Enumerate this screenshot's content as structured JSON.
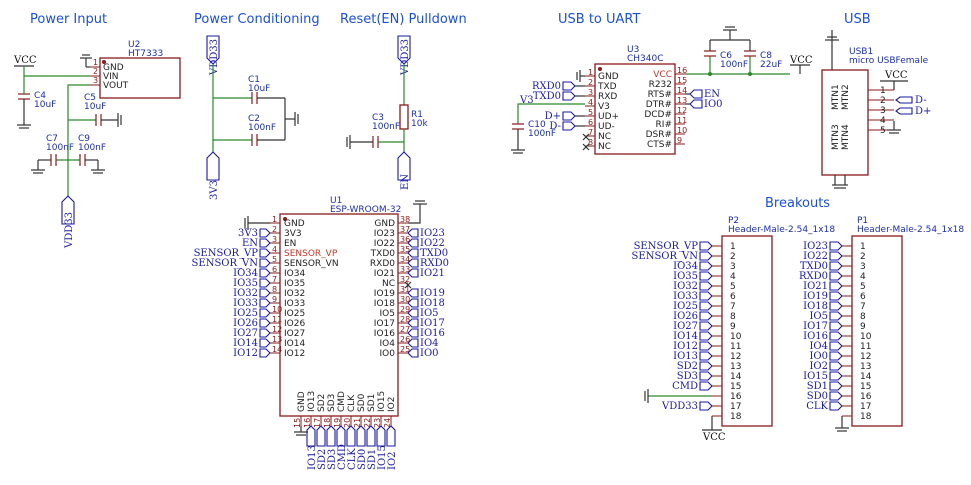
{
  "titles": {
    "power_input": "Power Input",
    "power_conditioning": "Power Conditioning",
    "reset": "Reset(EN) Pulldown",
    "usb_uart": "USB to UART",
    "usb": "USB",
    "breakouts": "Breakouts"
  },
  "power_input": {
    "u2_ref": "U2",
    "u2_val": "HT7333",
    "u2_pins": [
      "GND",
      "VIN",
      "VOUT"
    ],
    "u2_nums": [
      "1",
      "2",
      "3"
    ],
    "vcc": "VCC",
    "c4": "C4",
    "c4v": "10uF",
    "c5": "C5",
    "c5v": "10uF",
    "c7": "C7",
    "c7v": "100nF",
    "c9": "C9",
    "c9v": "100nF",
    "vdd33": "VDD33"
  },
  "conditioning": {
    "vdd33": "VDD33",
    "c1": "C1",
    "c1v": "10uF",
    "c2": "C2",
    "c2v": "100nF",
    "n3v3": "3V3"
  },
  "reset": {
    "vdd33": "VDD33",
    "r1": "R1",
    "r1v": "10k",
    "c3": "C3",
    "c3v": "100nF",
    "en": "EN"
  },
  "uart": {
    "u3_ref": "U3",
    "u3_val": "CH340C",
    "left_pins": [
      "GND",
      "TXD",
      "RXD",
      "V3",
      "UD+",
      "UD-",
      "NC",
      "NC"
    ],
    "left_nums": [
      "1",
      "2",
      "3",
      "4",
      "5",
      "6",
      "7",
      "8"
    ],
    "right_pins": [
      "VCC",
      "R232",
      "RTS#",
      "DTR#",
      "DCD#",
      "RI#",
      "DSR#",
      "CTS#"
    ],
    "right_nums": [
      "16",
      "15",
      "14",
      "13",
      "12",
      "11",
      "10",
      "9"
    ],
    "left_nets": [
      "RXD0",
      "TXD0",
      "V3",
      "D+",
      "D-"
    ],
    "right_nets": [
      "EN",
      "IO0"
    ],
    "c6": "C6",
    "c6v": "100nF",
    "c8": "C8",
    "c8v": "22uF",
    "vcc": "VCC",
    "c10": "C10",
    "c10v": "100nF"
  },
  "usb": {
    "ref": "USB1",
    "val": "micro USBFemale",
    "mtn_top": [
      "MTN1",
      "MTN2"
    ],
    "mtn_bot": [
      "MTN3",
      "MTN4"
    ],
    "nums": [
      "1",
      "2",
      "3",
      "4",
      "5"
    ],
    "vcc": "VCC",
    "dminus": "D-",
    "dplus": "D+"
  },
  "esp": {
    "ref": "U1",
    "val": "ESP-WROOM-32",
    "left_pins": [
      "GND",
      "3V3",
      "EN",
      "SENSOR_VP",
      "SENSOR_VN",
      "IO34",
      "IO35",
      "IO32",
      "IO33",
      "IO25",
      "IO26",
      "IO27",
      "IO14",
      "IO12"
    ],
    "left_nums": [
      "1",
      "2",
      "3",
      "4",
      "5",
      "6",
      "7",
      "8",
      "9",
      "10",
      "11",
      "12",
      "13",
      "14"
    ],
    "left_nets": [
      "",
      "3V3",
      "EN",
      "SENSOR_VP",
      "SENSOR_VN",
      "IO34",
      "IO35",
      "IO32",
      "IO33",
      "IO25",
      "IO26",
      "IO27",
      "IO14",
      "IO12"
    ],
    "right_pins": [
      "GND",
      "IO23",
      "IO22",
      "TXD0",
      "RXD0",
      "IO21",
      "NC",
      "IO19",
      "IO18",
      "IO5",
      "IO17",
      "IO16",
      "IO4",
      "IO0"
    ],
    "right_nums": [
      "38",
      "37",
      "36",
      "35",
      "34",
      "33",
      "32",
      "31",
      "30",
      "29",
      "28",
      "27",
      "26",
      "25"
    ],
    "right_nets": [
      "",
      "IO23",
      "IO22",
      "TXD0",
      "RXD0",
      "IO21",
      "",
      "IO19",
      "IO18",
      "IO5",
      "IO17",
      "IO16",
      "IO4",
      "IO0"
    ],
    "bottom_pins": [
      "GND",
      "IO13",
      "SD2",
      "SD3",
      "CMD",
      "CLK",
      "SD0",
      "SD1",
      "IO15",
      "IO2"
    ],
    "bottom_nums": [
      "15",
      "16",
      "17",
      "18",
      "19",
      "20",
      "21",
      "22",
      "23",
      "24"
    ],
    "bottom_nets": [
      "",
      "IO13",
      "SD2",
      "SD3",
      "CMD",
      "CLK",
      "SD0",
      "SD1",
      "IO15",
      "IO2"
    ]
  },
  "p2": {
    "ref": "P2",
    "val": "Header-Male-2.54_1x18",
    "nets": [
      "SENSOR_VP",
      "SENSOR_VN",
      "IO34",
      "IO35",
      "IO32",
      "IO33",
      "IO25",
      "IO26",
      "IO27",
      "IO14",
      "IO12",
      "IO13",
      "SD2",
      "SD3",
      "CMD",
      "",
      "VDD33",
      ""
    ],
    "nums": [
      "1",
      "2",
      "3",
      "4",
      "5",
      "6",
      "7",
      "8",
      "9",
      "10",
      "11",
      "12",
      "13",
      "14",
      "15",
      "16",
      "17",
      "18"
    ],
    "vcc": "VCC"
  },
  "p1": {
    "ref": "P1",
    "val": "Header-Male-2.54_1x18",
    "nets": [
      "IO23",
      "IO22",
      "TXD0",
      "RXD0",
      "IO21",
      "IO19",
      "IO18",
      "IO5",
      "IO17",
      "IO16",
      "IO4",
      "IO0",
      "IO2",
      "IO15",
      "SD1",
      "SD0",
      "CLK",
      ""
    ],
    "nums": [
      "1",
      "2",
      "3",
      "4",
      "5",
      "6",
      "7",
      "8",
      "9",
      "10",
      "11",
      "12",
      "13",
      "14",
      "15",
      "16",
      "17",
      "18"
    ]
  }
}
